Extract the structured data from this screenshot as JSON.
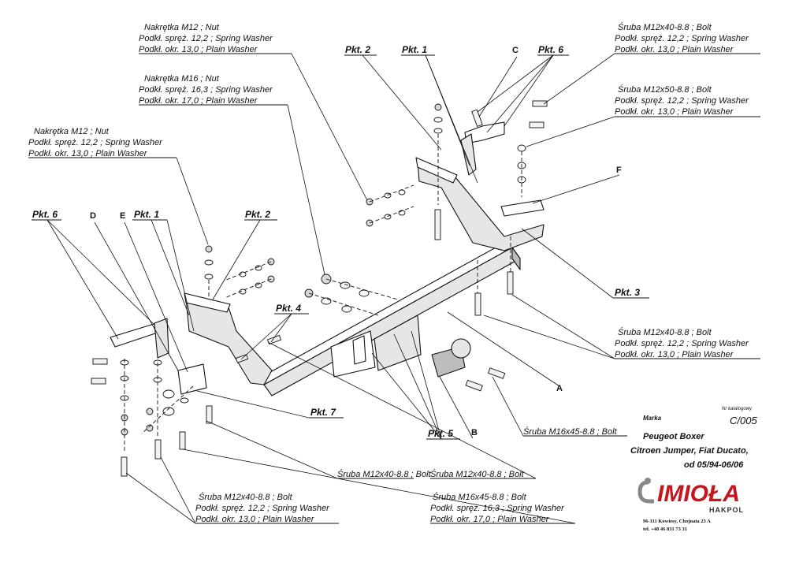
{
  "callouts": {
    "nut_m12_top": [
      "Nakrętka  M12 ; Nut",
      "Podkł. spręż. 12,2 ; Spring Washer",
      "Podkł. okr. 13,0 ;  Plain Washer"
    ],
    "nut_m16": [
      "Nakrętka  M16 ; Nut",
      "Podkł. spręż. 16,3 ; Spring Washer",
      "Podkł. okr. 17,0 ;  Plain Washer"
    ],
    "nut_m12_left": [
      "Nakrętka  M12 ; Nut",
      "Podkł. spręż. 12,2 ; Spring Washer",
      "Podkł. okr. 13,0 ;  Plain Washer"
    ],
    "bolt_m12x40_top": [
      "Śruba  M12x40-8.8 ;  Bolt",
      "Podkł. spręż. 12,2 ; Spring Washer",
      "Podkł. okr. 13,0 ;  Plain Washer"
    ],
    "bolt_m12x50": [
      "Śruba  M12x50-8.8 ;  Bolt",
      "Podkł. spręż. 12,2 ; Spring Washer",
      "Podkł. okr. 13,0 ;  Plain Washer"
    ],
    "bolt_m12x40_right": [
      "Śruba  M12x40-8.8 ;  Bolt",
      "Podkł. spręż. 12,2 ; Spring Washer",
      "Podkł. okr. 13,0 ;  Plain Washer"
    ],
    "bolt_m16x45_right": "Śruba  M16x45-8.8 ;  Bolt",
    "bolt_m12x40_mid1": "Śruba  M12x40-8.8 ;  Bolt",
    "bolt_m12x40_mid2": "Śruba  M12x40-8.8 ;  Bolt",
    "bolt_m16x45_bottom": [
      "Śruba  M16x45-8.8 ;  Bolt",
      "Podkł. spręż. 16,3 ; Spring Washer",
      "Podkł. okr. 17,0 ;  Plain Washer"
    ],
    "bolt_m12x40_bottom": [
      "Śruba  M12x40-8.8 ;  Bolt",
      "Podkł. spręż. 12,2 ; Spring Washer",
      "Podkł. okr. 13,0 ;  Plain Washer"
    ]
  },
  "points": {
    "pkt2_top": "Pkt. 2",
    "pkt1_top": "Pkt. 1",
    "pkt6_top": "Pkt. 6",
    "pkt6_left": "Pkt. 6",
    "pkt1_left": "Pkt. 1",
    "pkt2_left": "Pkt. 2",
    "pkt3": "Pkt. 3",
    "pkt4": "Pkt. 4",
    "pkt5": "Pkt. 5",
    "pkt7": "Pkt. 7"
  },
  "letters": {
    "c": "C",
    "d": "D",
    "e": "E",
    "f": "F",
    "a": "A",
    "b": "B"
  },
  "title_block": {
    "catalog_caption": "Nr katalogowy",
    "catalog_number": "C/005",
    "make_caption": "Marka",
    "line1": "Peugeot Boxer",
    "line2": "Citroen Jumper, Fiat Ducato,",
    "line3": "od 05/94-06/06",
    "brand": "IMIOŁA",
    "brand_sub": "HAKPOL",
    "address1": "96-111 Kowiesy, Chojnata 23 A",
    "address2": "tel. +48 46 831 73 31"
  }
}
